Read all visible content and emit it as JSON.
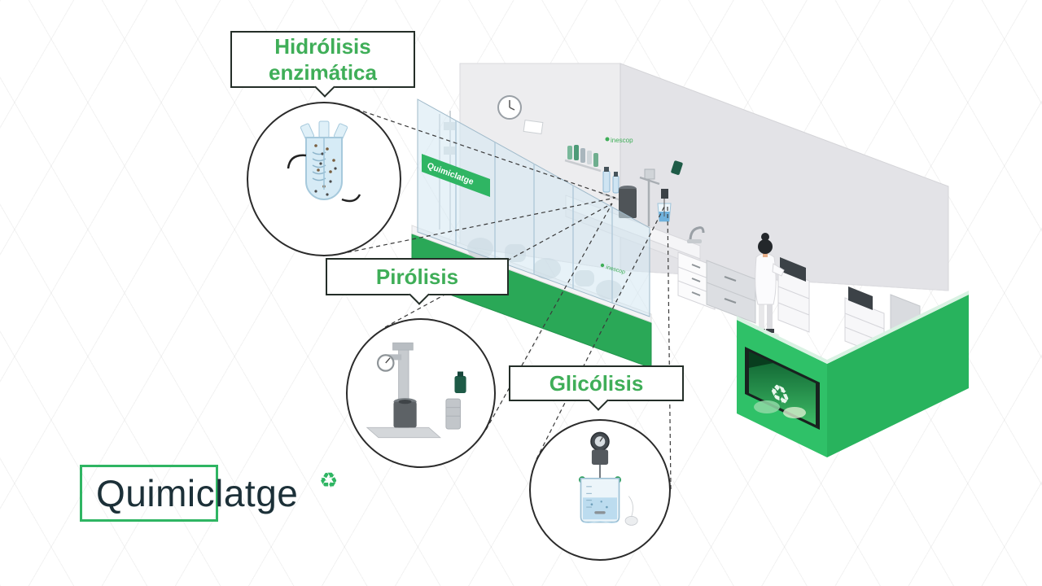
{
  "callouts": {
    "hidrolisis": {
      "label": "Hidrólisis enzimática"
    },
    "pirolisis": {
      "label": "Pirólisis"
    },
    "glicolisis": {
      "label": "Glicólisis"
    }
  },
  "logo": {
    "text": "Quimiclatge",
    "recycle_icon": "♻"
  },
  "lab": {
    "wall_sign_text": "Quimiclatge",
    "wall_logo_text": "inescop",
    "glass_logo_text": "inescop",
    "tv_recycle_icon": "♻"
  },
  "colors": {
    "brand_green": "#2fb563",
    "callout_green": "#3fae58",
    "logo_dark": "#1c3038",
    "line_dark": "#3a3a3a"
  }
}
